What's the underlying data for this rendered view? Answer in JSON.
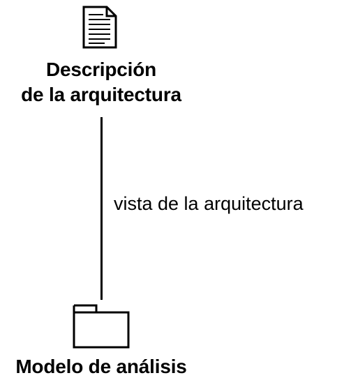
{
  "top_node": {
    "icon": "document-icon",
    "title_line1": "Descripción",
    "title_line2": "de la arquitectura"
  },
  "relation": {
    "label": "vista de la arquitectura"
  },
  "bottom_node": {
    "icon": "package-folder-icon",
    "title": "Modelo de análisis"
  }
}
